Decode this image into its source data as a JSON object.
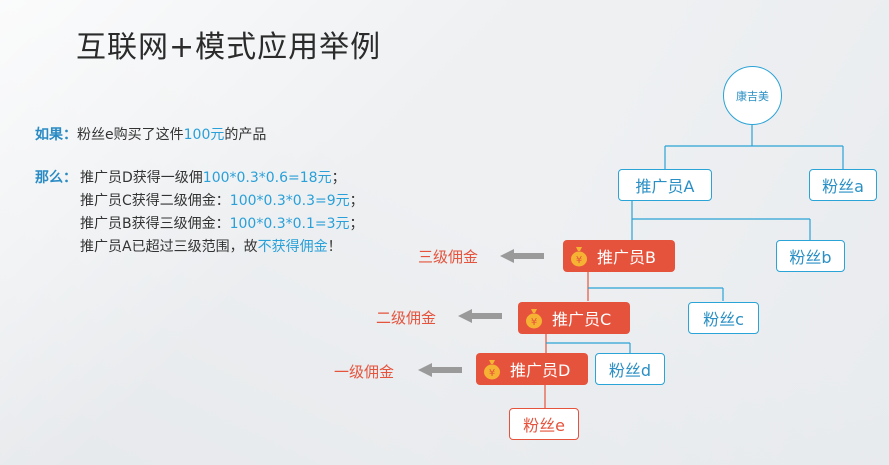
{
  "title": "互联网+模式应用举例",
  "if_line": {
    "keyword": "如果：",
    "pre": "粉丝e购买了这件",
    "amount": "100元",
    "post": "的产品"
  },
  "then_block": {
    "keyword": "那么：",
    "lines": [
      {
        "pre": "推广员D获得一级佣",
        "hl": "100*0.3*0.6=18元",
        "post": "；"
      },
      {
        "pre": "推广员C获得二级佣金：",
        "hl": "100*0.3*0.3=9元",
        "post": "；"
      },
      {
        "pre": "推广员B获得三级佣金：",
        "hl": "100*0.3*0.1=3元",
        "post": "；"
      },
      {
        "pre": "推广员A已超过三级范围，故",
        "hl": "不获得佣金",
        "post": "！"
      }
    ]
  },
  "tree": {
    "root": "康吉美",
    "promoter_a": "推广员A",
    "fan_a": "粉丝a",
    "promoter_b": "推广员B",
    "fan_b": "粉丝b",
    "promoter_c": "推广员C",
    "fan_c": "粉丝c",
    "promoter_d": "推广员D",
    "fan_d": "粉丝d",
    "fan_e": "粉丝e"
  },
  "commissions": {
    "level3": "三级佣金",
    "level2": "二级佣金",
    "level1": "一级佣金"
  },
  "icon_names": [
    "money-bag-icon",
    "arrow-left-icon"
  ],
  "colors": {
    "blue": "#2aa3d6",
    "red": "#e5533d",
    "gray_arrow": "#9a9a9a"
  }
}
